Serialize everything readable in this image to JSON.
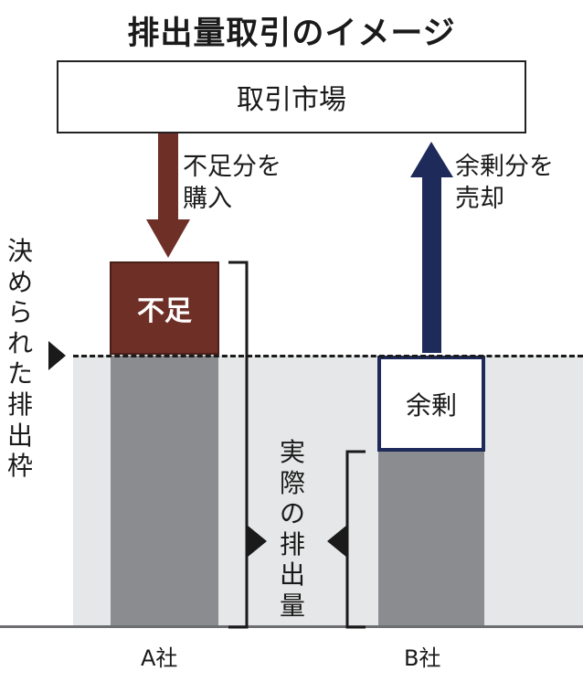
{
  "title": "排出量取引のイメージ",
  "market": {
    "label": "取引市場"
  },
  "buy": {
    "line1": "不足分を",
    "line2": "購入",
    "color": "#6e2f26"
  },
  "sell": {
    "line1": "余剰分を",
    "line2": "売却",
    "color": "#1e2a59"
  },
  "shortage": {
    "label": "不足"
  },
  "surplus": {
    "label": "余剰"
  },
  "frame_label": [
    "決",
    "め",
    "ら",
    "れ",
    "た",
    "排",
    "出",
    "枠"
  ],
  "actual_label": [
    "実",
    "際",
    "の",
    "排",
    "出",
    "量"
  ],
  "companies": {
    "a": "A社",
    "b": "B社"
  },
  "colors": {
    "bar": "#8a8c8f",
    "frame_zone": "#e6e7e8",
    "shortage": "#6e2f26",
    "surplus_border": "#1e2a59"
  }
}
